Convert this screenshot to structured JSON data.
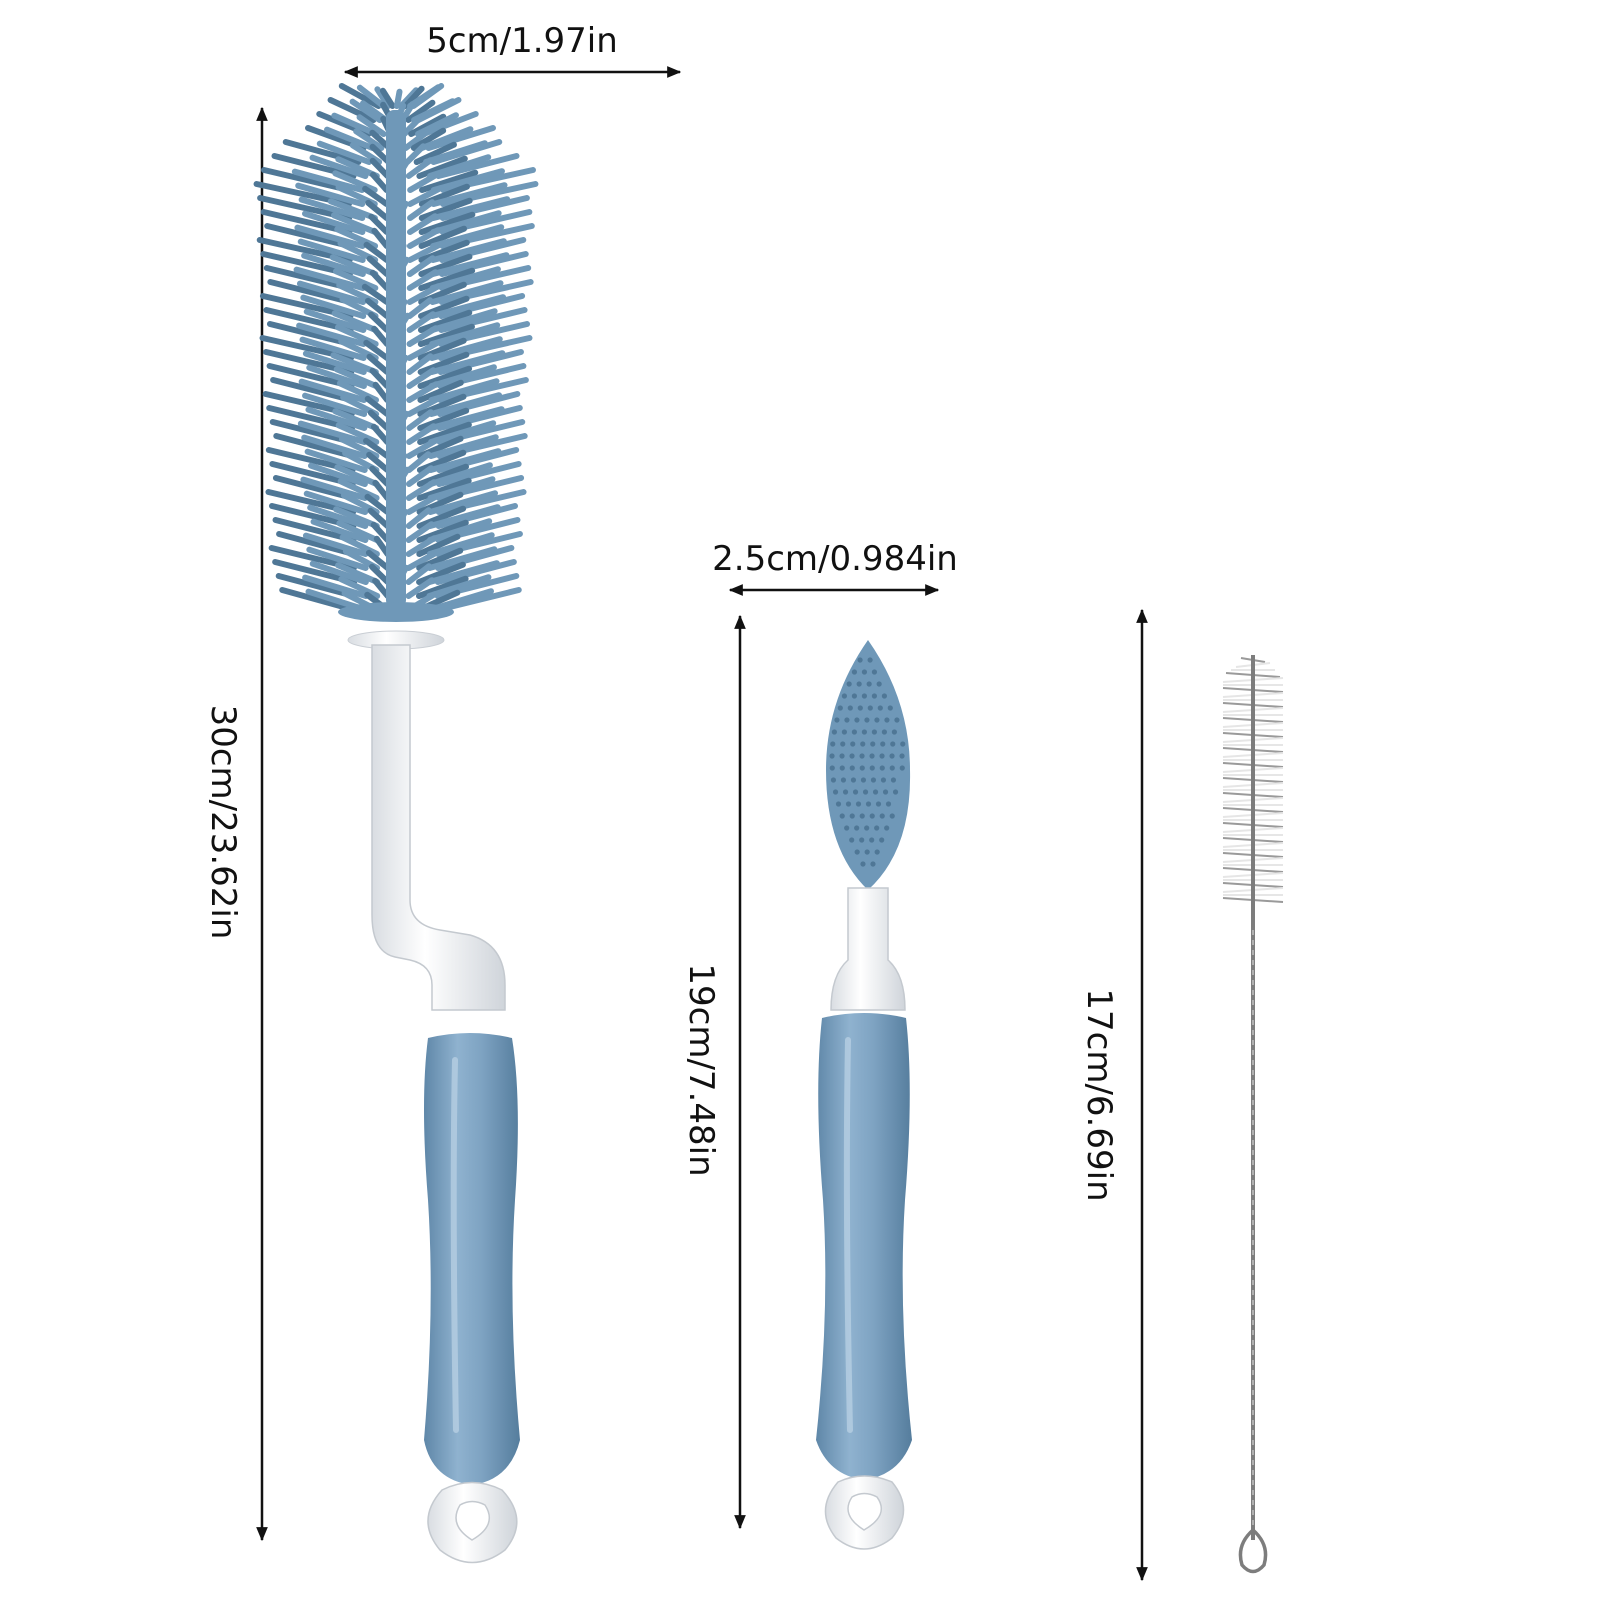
{
  "dimensions": {
    "large_brush_width": "5cm/1.97in",
    "large_brush_length": "30cm/23.62in",
    "nipple_brush_width": "2.5cm/0.984in",
    "nipple_brush_length": "19cm/7.48in",
    "straw_brush_length": "17cm/6.69in"
  },
  "colors": {
    "silicone_blue": "#6f98b8",
    "silicone_dark": "#4f7796",
    "handle_blue": "#7ea3c2",
    "white_plastic": "#f4f6f8",
    "arrow": "#111111",
    "wire": "#7d7d7d",
    "bristle_white": "#e6e6e6"
  }
}
